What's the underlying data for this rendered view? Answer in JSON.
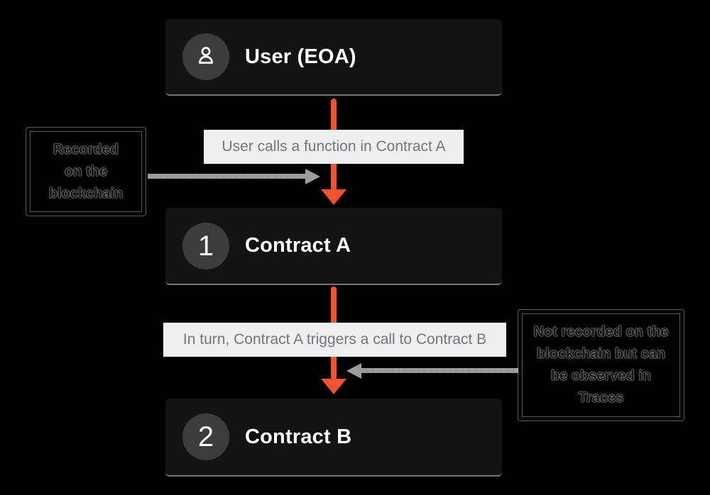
{
  "diagram": {
    "background": "#000000",
    "nodes": [
      {
        "id": "user",
        "badge_icon": "person-icon",
        "label": "User (EOA)"
      },
      {
        "id": "contract-a",
        "badge": "1",
        "label": "Contract A"
      },
      {
        "id": "contract-b",
        "badge": "2",
        "label": "Contract B"
      }
    ],
    "edges": [
      {
        "from": "user",
        "to": "contract-a",
        "style": "orange-arrow-down",
        "label": "User calls a function in Contract A"
      },
      {
        "from": "contract-a",
        "to": "contract-b",
        "style": "orange-arrow-down",
        "label": "In turn, Contract A triggers a call to Contract B"
      }
    ],
    "annotations": [
      {
        "side": "left",
        "points_to": "edge-user-contract-a",
        "arrow": "gray-arrow-right",
        "text": "Recorded on the blockchain",
        "lines": [
          "Recorded",
          "on the",
          "blockchain"
        ]
      },
      {
        "side": "right",
        "points_to": "edge-contract-a-contract-b",
        "arrow": "gray-arrow-left",
        "text": "Not recorded on the blockchain but can be observed in Traces",
        "lines": [
          "Not recorded on the",
          "blockchain but can",
          "be observed in",
          "Traces"
        ]
      }
    ],
    "colors": {
      "accent_orange": "#F4512E",
      "node_bg": "#131313",
      "badge_bg": "#3C3C3C",
      "node_text": "#FFFFFF",
      "edge_label_bg": "#EFEFEF",
      "edge_label_text": "#76767B",
      "gray_arrow": "#9C9C9C"
    }
  }
}
